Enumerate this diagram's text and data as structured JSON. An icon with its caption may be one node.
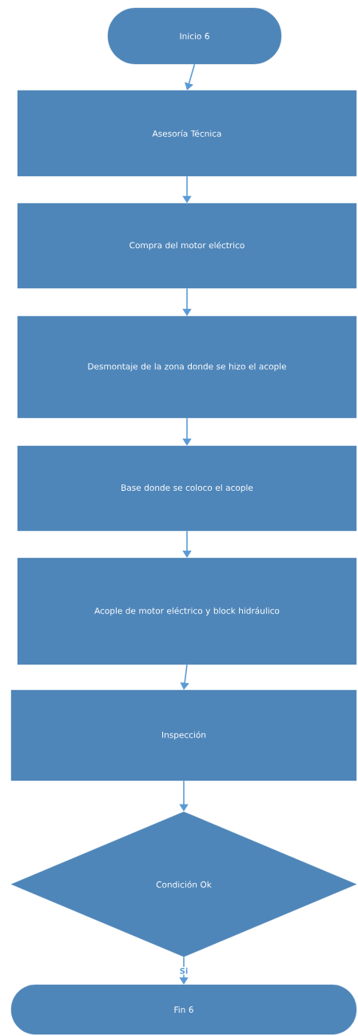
{
  "diagram": {
    "nodes": [
      {
        "text": [
          "Inicio 6"
        ]
      },
      {
        "text": [
          "Asesoría Técnica"
        ]
      },
      {
        "text": [
          "Compra del motor eléctrico"
        ]
      },
      {
        "text": [
          "Desmontaje de la zona donde se hizo el acople"
        ]
      },
      {
        "text": [
          "Base donde se coloco el acople"
        ]
      },
      {
        "text": [
          "Acople de motor eléctrico y block hidráulico"
        ]
      },
      {
        "text": [
          "Inspección"
        ]
      },
      {
        "text": [
          "Condición Ok"
        ]
      },
      {
        "text": [
          "Fin 6"
        ]
      }
    ],
    "edges": [
      {
        "from": 0,
        "to": 1,
        "arrow": "to"
      },
      {
        "from": 1,
        "to": 2,
        "arrow": "to"
      },
      {
        "from": 2,
        "to": 3,
        "arrow": "to"
      },
      {
        "from": 3,
        "to": 4,
        "arrow": "to"
      },
      {
        "from": 4,
        "to": 5,
        "arrow": "to"
      },
      {
        "from": 5,
        "to": 6,
        "arrow": "to"
      },
      {
        "from": 6,
        "to": 7,
        "arrow": "to"
      },
      {
        "from": 7,
        "to": 8,
        "arrow": "to",
        "label": "Si"
      }
    ]
  }
}
